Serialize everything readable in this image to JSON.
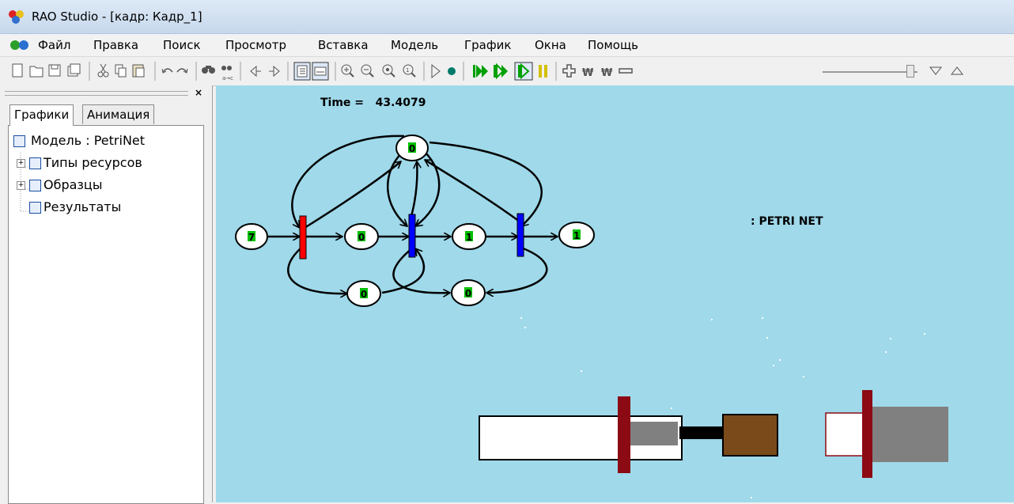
{
  "window": {
    "title": "RAO Studio - [кадр: Кадр_1]"
  },
  "menu": {
    "items": [
      {
        "id": "file",
        "label": "Файл"
      },
      {
        "id": "edit",
        "label": "Правка"
      },
      {
        "id": "search",
        "label": "Поиск"
      },
      {
        "id": "view",
        "label": "Просмотр"
      },
      {
        "id": "insert",
        "label": "Вставка"
      },
      {
        "id": "model",
        "label": "Модель"
      },
      {
        "id": "chart",
        "label": "График"
      },
      {
        "id": "windows",
        "label": "Окна"
      },
      {
        "id": "help",
        "label": "Помощь"
      }
    ]
  },
  "toolbar": {
    "icons": [
      "new-file-icon",
      "open-folder-icon",
      "save-icon",
      "save-all-icon",
      "cut-icon",
      "copy-icon",
      "paste-icon",
      "undo-icon",
      "redo-icon",
      "find-icon",
      "replace-icon",
      "back-icon",
      "forward-icon",
      "view-list-icon",
      "view-details-icon",
      "zoom-in-icon",
      "zoom-out-icon",
      "zoom-fit-icon",
      "zoom-reset-icon",
      "run-icon",
      "record-icon",
      "fast-forward-icon",
      "step-forward-icon",
      "step-frame-icon",
      "pause-icon",
      "speed-up-icon",
      "frame-back-icon",
      "frame-forward-icon",
      "speed-down-icon",
      "speed-slider",
      "triangle-down-icon",
      "triangle-up-icon"
    ],
    "colors": {
      "green": "#00a000",
      "yellow": "#d4c000",
      "teal": "#007a6a"
    }
  },
  "left_panel": {
    "close_label": "×",
    "tabs": [
      {
        "id": "graphics",
        "label": "Графики",
        "active": true
      },
      {
        "id": "animation",
        "label": "Анимация",
        "active": false
      }
    ],
    "tree": [
      {
        "label": "Модель : PetriNet",
        "expandable": false,
        "indent": 0,
        "icon": "model-icon"
      },
      {
        "label": "Типы ресурсов",
        "expandable": true,
        "indent": 1,
        "icon": "folder-icon"
      },
      {
        "label": "Образцы",
        "expandable": true,
        "indent": 1,
        "icon": "folder-icon"
      },
      {
        "label": "Результаты",
        "expandable": false,
        "indent": 1,
        "icon": "folder-icon"
      }
    ]
  },
  "animation_frame": {
    "time_label": "Time =",
    "time_value": "43.4079",
    "net_label": ": PETRI NET",
    "background": "#9fd9ea",
    "places": [
      {
        "id": "p_top",
        "tokens": "0"
      },
      {
        "id": "p_start",
        "tokens": "7"
      },
      {
        "id": "p_mid1",
        "tokens": "0"
      },
      {
        "id": "p_mid2",
        "tokens": "1"
      },
      {
        "id": "p_end",
        "tokens": "1"
      },
      {
        "id": "p_low1",
        "tokens": "0"
      },
      {
        "id": "p_low2",
        "tokens": "0"
      }
    ],
    "transitions": [
      {
        "id": "t1",
        "color": "#ff0000"
      },
      {
        "id": "t2",
        "color": "#0000ff"
      },
      {
        "id": "t3",
        "color": "#0000ff"
      }
    ],
    "token_color": "#00c000",
    "scene_colors": {
      "white": "#ffffff",
      "gray": "#808080",
      "maroon": "#8b0a14",
      "brown": "#7a4a1a",
      "black": "#000000"
    }
  }
}
